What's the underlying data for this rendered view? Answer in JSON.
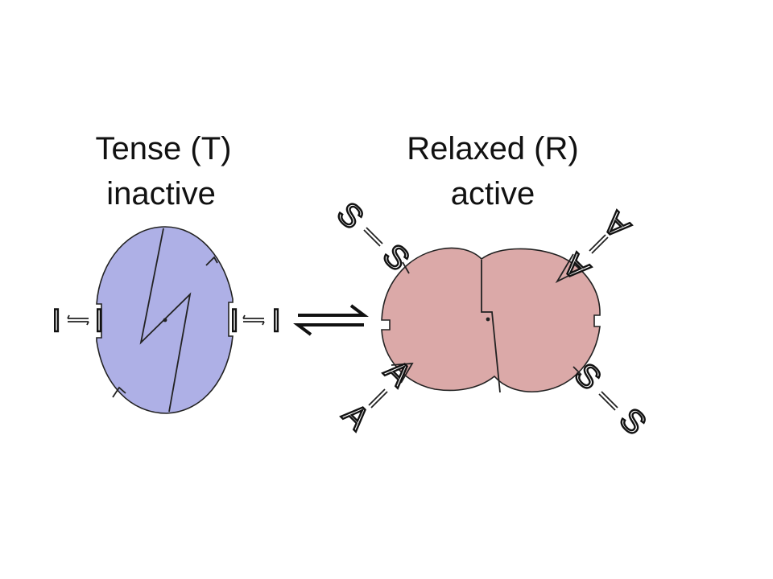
{
  "tense": {
    "title_line1": "Tense (T)",
    "title_line2": "inactive",
    "color": "#aeb0e6",
    "inhibitor_left": "I",
    "inhibitor_right": "I"
  },
  "relaxed": {
    "title_line1": "Relaxed (R)",
    "title_line2": "active",
    "color": "#dba9a8",
    "substrate_top": "S",
    "substrate_top_bound": "S",
    "activator_top": "A",
    "activator_top_bound": "A",
    "activator_bottom": "A",
    "activator_bottom_bound": "A",
    "substrate_bottom": "S",
    "substrate_bottom_bound": "S"
  },
  "equilibrium_arrow": "reversible-equilibrium-arrows"
}
